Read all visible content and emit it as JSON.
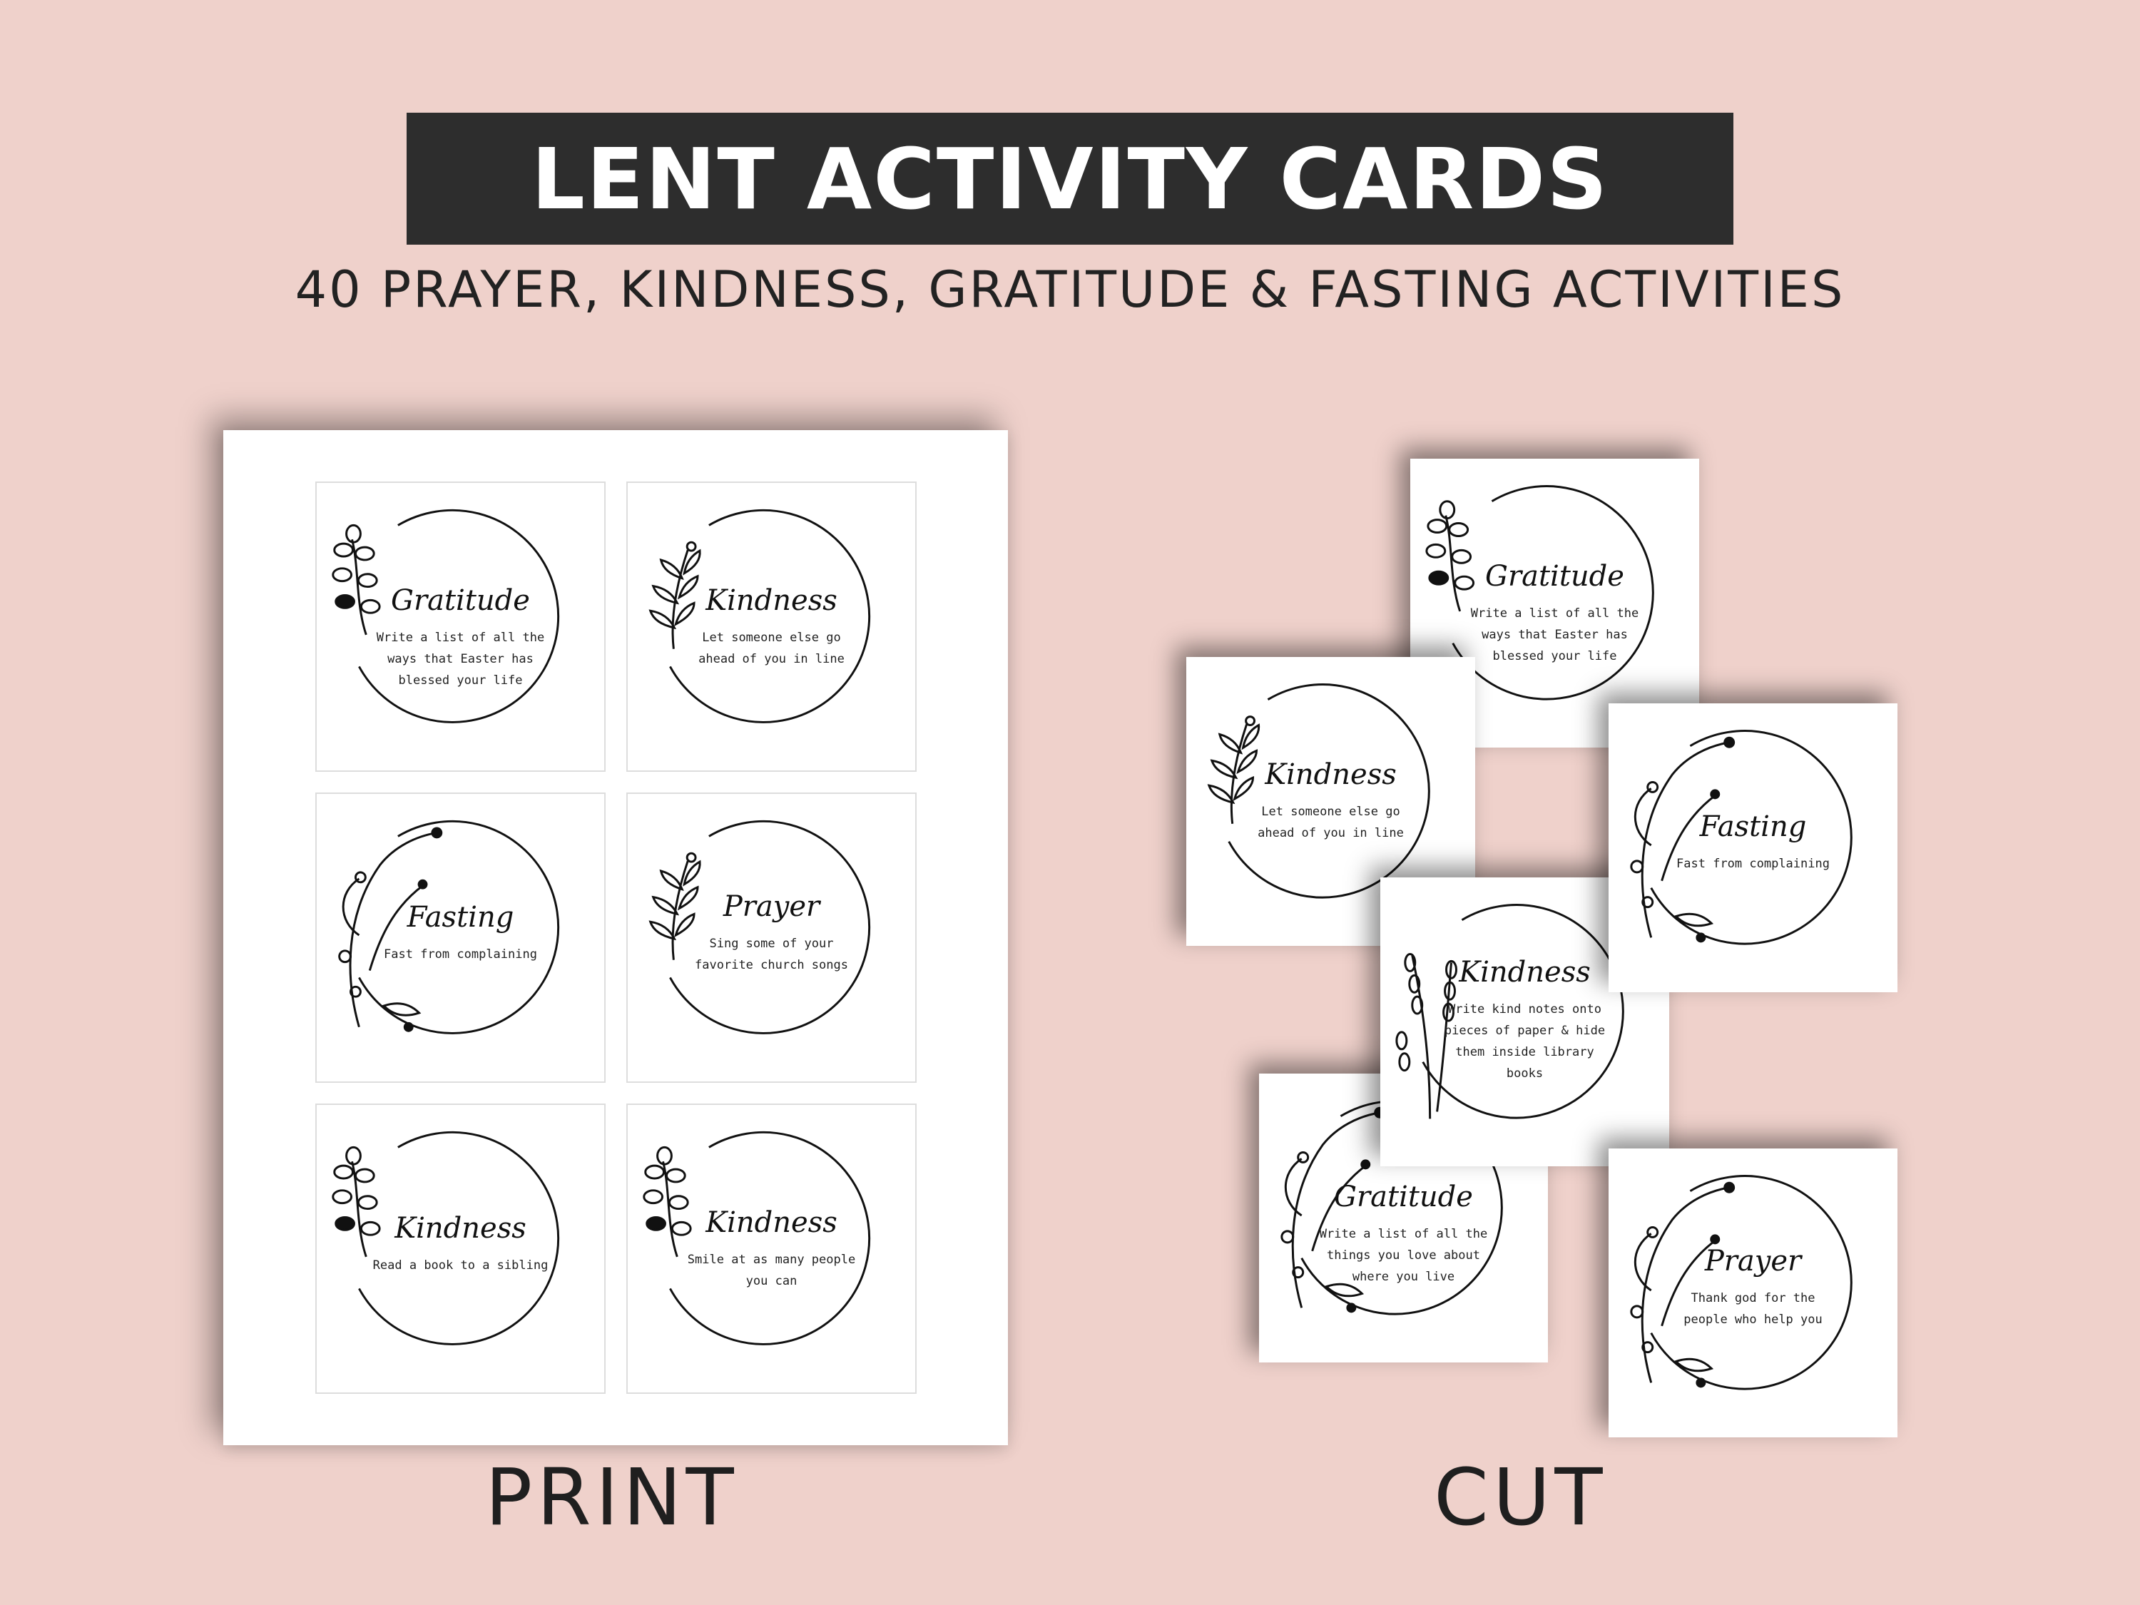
{
  "header": {
    "title": "LENT ACTIVITY CARDS",
    "subtitle": "40 PRAYER, KINDNESS, GRATITUDE & FASTING ACTIVITIES"
  },
  "print_sheet": {
    "label": "PRINT",
    "cards": [
      {
        "title": "Gratitude",
        "body": "Write a list of all the ways that Easter has blessed your life"
      },
      {
        "title": "Kindness",
        "body": "Let someone else go ahead of you in line"
      },
      {
        "title": "Fasting",
        "body": "Fast from complaining"
      },
      {
        "title": "Prayer",
        "body": "Sing some of your favorite church songs"
      },
      {
        "title": "Kindness",
        "body": "Read a book to a sibling"
      },
      {
        "title": "Kindness",
        "body": "Smile at as many people you can"
      }
    ]
  },
  "cut_cards": {
    "label": "CUT",
    "cards": [
      {
        "title": "Gratitude",
        "body": "Write a list of all the ways that Easter has blessed your life"
      },
      {
        "title": "Kindness",
        "body": "Let someone else go ahead of you in line"
      },
      {
        "title": "Fasting",
        "body": "Fast from complaining"
      },
      {
        "title": "Kindness",
        "body": "Write kind notes onto pieces of paper & hide them inside library books"
      },
      {
        "title": "Gratitude",
        "body": "Write a list of all the things you love about where you live"
      },
      {
        "title": "Prayer",
        "body": "Thank god for the people who help you"
      }
    ]
  },
  "icons": [
    "eucalyptus-sprig-icon",
    "leaf-sprig-icon",
    "wildflower-icon",
    "lavender-icon"
  ],
  "colors": {
    "background": "#efd1cb",
    "title_bar": "#2d2d2d",
    "card": "#ffffff",
    "ink": "#111111"
  }
}
